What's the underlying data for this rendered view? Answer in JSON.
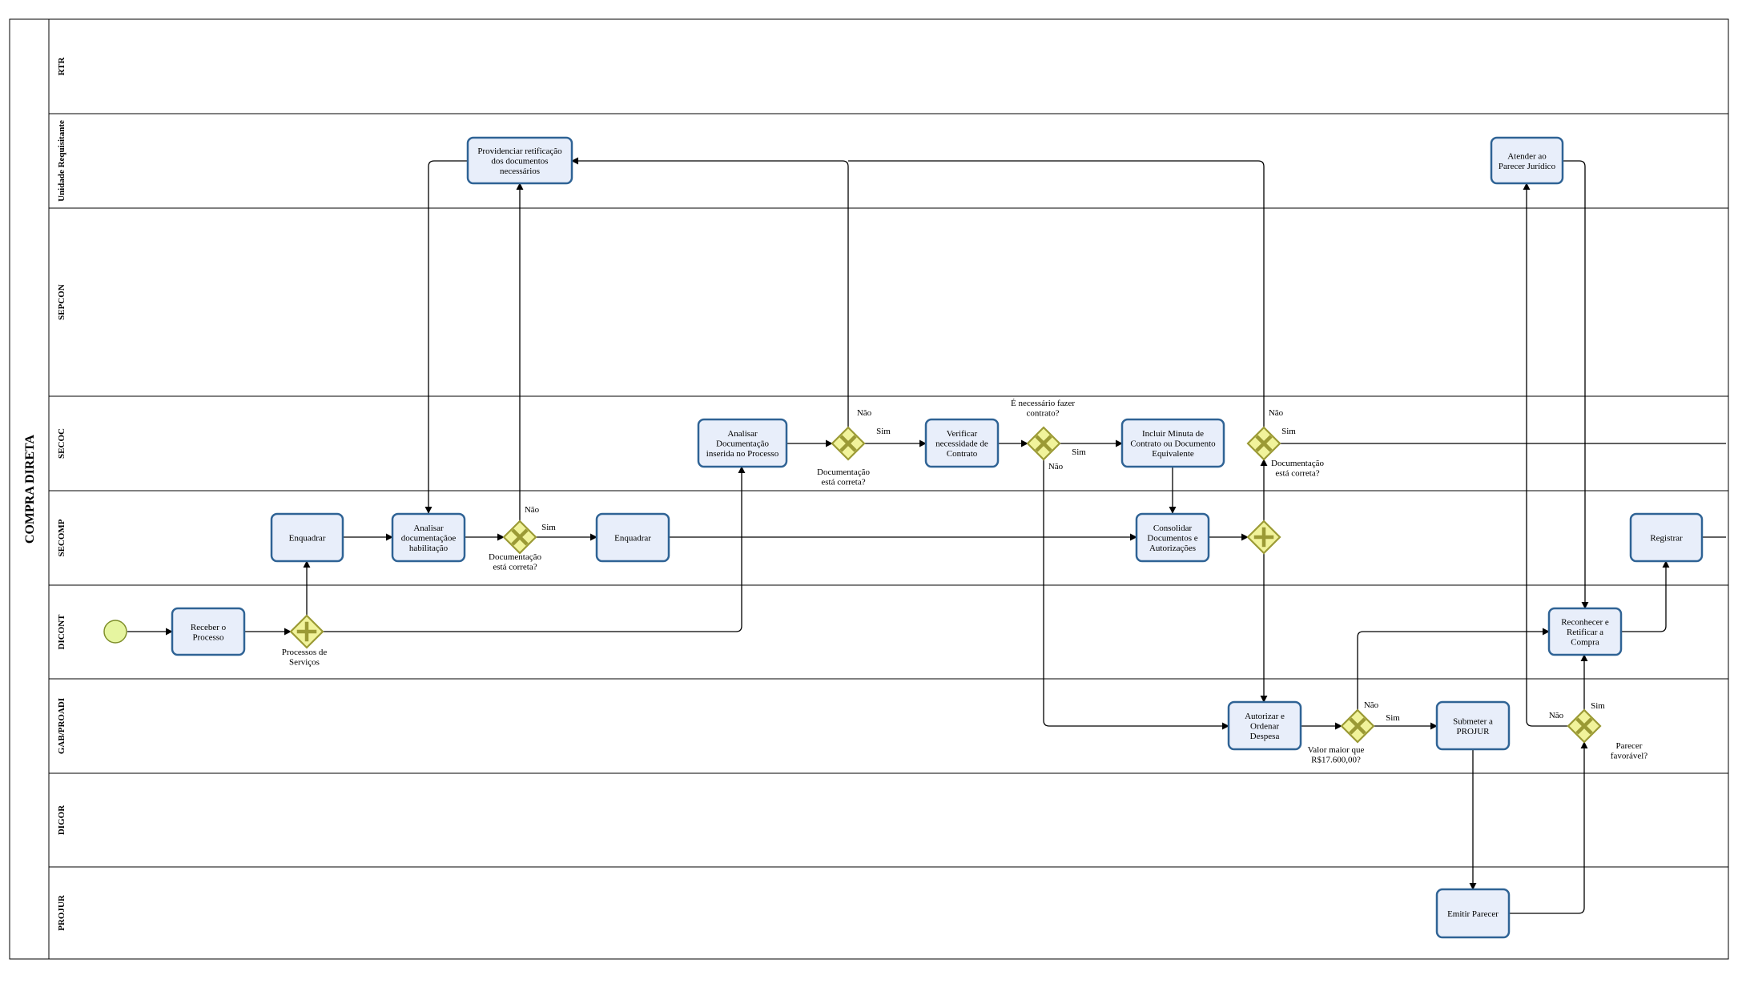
{
  "pool": {
    "title": "COMPRA DIRETA"
  },
  "lanes": [
    "RTR",
    "Unidade Requisitante",
    "SEPCON",
    "SECOC",
    "SECOMP",
    "DICONT",
    "GAB/PROADI",
    "DIGOR",
    "PROJUR"
  ],
  "tasks": {
    "receber": [
      "Receber o",
      "Processo"
    ],
    "enquadrar1": [
      "Enquadrar"
    ],
    "analisar_hab": [
      "Analisar",
      "documentaçãoe",
      "habilitação"
    ],
    "enquadrar2": [
      "Enquadrar"
    ],
    "providenciar": [
      "Providenciar retificação",
      "dos documentos",
      "necessários"
    ],
    "analisar_doc": [
      "Analisar",
      "Documentação",
      "inserida no Processo"
    ],
    "verificar": [
      "Verificar",
      "necessidade de",
      "Contrato"
    ],
    "incluir": [
      "Incluir Minuta de",
      "Contrato ou Documento",
      "Equivalente"
    ],
    "consolidar": [
      "Consolidar",
      "Documentos e",
      "Autorizações"
    ],
    "autorizar": [
      "Autorizar e",
      "Ordenar",
      "Despesa"
    ],
    "submeter": [
      "Submeter a",
      "PROJUR"
    ],
    "emitir": [
      "Emitir Parecer"
    ],
    "atender": [
      "Atender ao",
      "Parecer Jurídico"
    ],
    "reconhecer": [
      "Reconhecer e",
      "Retificar a",
      "Compra"
    ],
    "registrar": [
      "Registrar"
    ]
  },
  "annotations": {
    "processos_servicos": [
      "Processos de",
      "Serviços"
    ],
    "doc_correta_1": [
      "Documentação",
      "está correta?"
    ],
    "doc_correta_2": [
      "Documentação",
      "está correta?"
    ],
    "doc_correta_3": [
      "Documentação",
      "está correta?"
    ],
    "contrato_q": [
      "É necessário fazer",
      "contrato?"
    ],
    "valor_q": [
      "Valor maior que",
      "R$17.600,00?"
    ],
    "parecer_q": [
      "Parecer",
      "favorável?"
    ]
  },
  "edge_labels": {
    "nao": "Não",
    "sim": "Sim"
  },
  "colors": {
    "task_fill": "#e8eefa",
    "task_stroke": "#2f6395",
    "gateway_fill": "#f1f39b",
    "gateway_stroke": "#9b9a35",
    "start_fill": "#e6f5a0",
    "start_stroke": "#7f8f2a"
  }
}
